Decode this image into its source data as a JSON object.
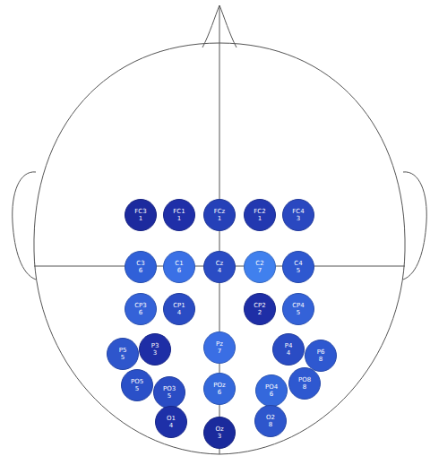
{
  "diagram": {
    "nodes": [
      {
        "text": [
          "FC3",
          "1"
        ]
      },
      {
        "text": [
          "FC1",
          "1"
        ]
      },
      {
        "text": [
          "FCz",
          "1"
        ]
      },
      {
        "text": [
          "FC2",
          "1"
        ]
      },
      {
        "text": [
          "FC4",
          "3"
        ]
      },
      {
        "text": [
          "C3",
          "6"
        ]
      },
      {
        "text": [
          "C1",
          "6"
        ]
      },
      {
        "text": [
          "Cz",
          "4"
        ]
      },
      {
        "text": [
          "C2",
          "7"
        ]
      },
      {
        "text": [
          "C4",
          "5"
        ]
      },
      {
        "text": [
          "CP3",
          "6"
        ]
      },
      {
        "text": [
          "CP1",
          "4"
        ]
      },
      {
        "text": [
          "CP2",
          "2"
        ]
      },
      {
        "text": [
          "CP4",
          "5"
        ]
      },
      {
        "text": [
          "P5",
          "5"
        ]
      },
      {
        "text": [
          "P3",
          "3"
        ]
      },
      {
        "text": [
          "Pz",
          "7"
        ]
      },
      {
        "text": [
          "P4",
          "4"
        ]
      },
      {
        "text": [
          "P6",
          "8"
        ]
      },
      {
        "text": [
          "PO5",
          "5"
        ]
      },
      {
        "text": [
          "PO3",
          "5"
        ]
      },
      {
        "text": [
          "POz",
          "6"
        ]
      },
      {
        "text": [
          "PO4",
          "6"
        ]
      },
      {
        "text": [
          "PO8",
          "8"
        ]
      },
      {
        "text": [
          "O1",
          "4"
        ]
      },
      {
        "text": [
          "Oz",
          "3"
        ]
      },
      {
        "text": [
          "O2",
          "8"
        ]
      }
    ]
  }
}
